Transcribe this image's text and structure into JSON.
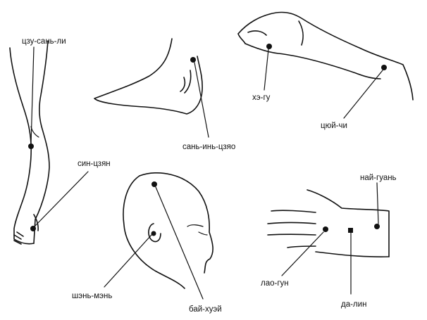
{
  "points": {
    "zu_san_li": "цзу-сань-ли",
    "xing_jian": "син-цзян",
    "san_yin_jiao": "сань-инь-цзяо",
    "he_gu": "хэ-гу",
    "qu_chi": "цюй-чи",
    "bai_hui": "бай-хуэй",
    "shen_men": "шэнь-мэнь",
    "nei_guan": "най-гуань",
    "lao_gong": "лао-гун",
    "da_ling": "да-лин"
  },
  "colors": {
    "ink": "#111111",
    "paper": "#ffffff"
  }
}
